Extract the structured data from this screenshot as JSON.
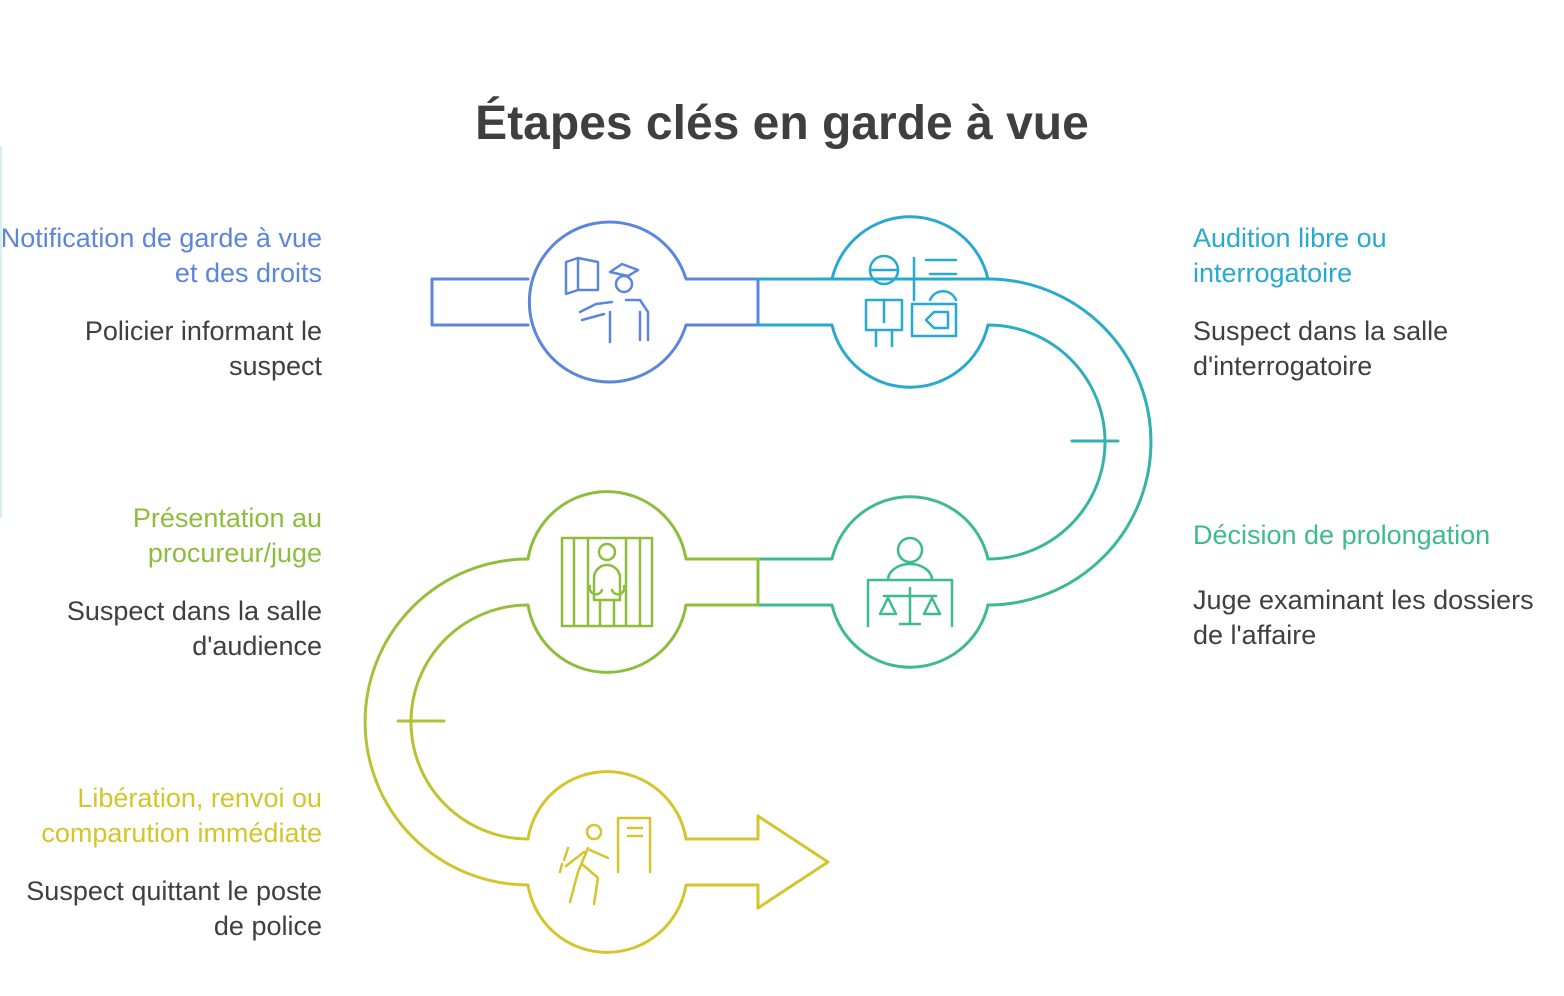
{
  "title": "Étapes clés en garde à vue",
  "steps": [
    {
      "title": "Notification de garde à vue et des droits",
      "description": "Policier informant le suspect",
      "icon": "police-officer-icon",
      "color": "#5b86db"
    },
    {
      "title": "Audition libre ou interrogatoire",
      "description": "Suspect dans la salle d'interrogatoire",
      "icon": "interrogation-room-icon",
      "color": "#27a9d2"
    },
    {
      "title": "Décision de prolongation",
      "description": "Juge examinant les dossiers de l'affaire",
      "icon": "judge-scales-icon",
      "color": "#3dbb8b"
    },
    {
      "title": "Présentation au procureur/juge",
      "description": "Suspect dans la salle d'audience",
      "icon": "prisoner-bars-icon",
      "color": "#8cbe3c"
    },
    {
      "title": "Libération, renvoi ou comparution immédiate",
      "description": "Suspect quittant le poste de police",
      "icon": "person-leaving-door-icon",
      "color": "#d4c52c"
    }
  ]
}
